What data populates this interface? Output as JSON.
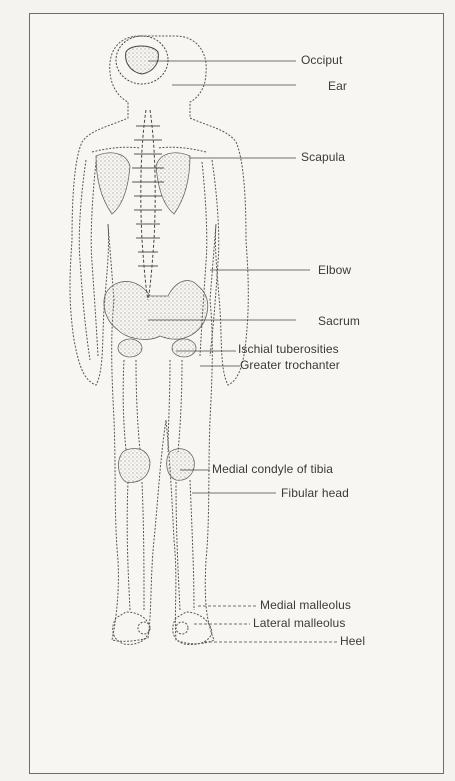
{
  "labels": {
    "occiput": "Occiput",
    "ear": "Ear",
    "scapula": "Scapula",
    "elbow": "Elbow",
    "sacrum": "Sacrum",
    "ischial": "Ischial tuberosities",
    "greater_trochanter": "Greater trochanter",
    "medial_condyle": "Medial condyle of tibia",
    "fibular_head": "Fibular head",
    "medial_malleolus": "Medial malleolus",
    "lateral_malleolus": "Lateral malleolus",
    "heel": "Heel"
  }
}
